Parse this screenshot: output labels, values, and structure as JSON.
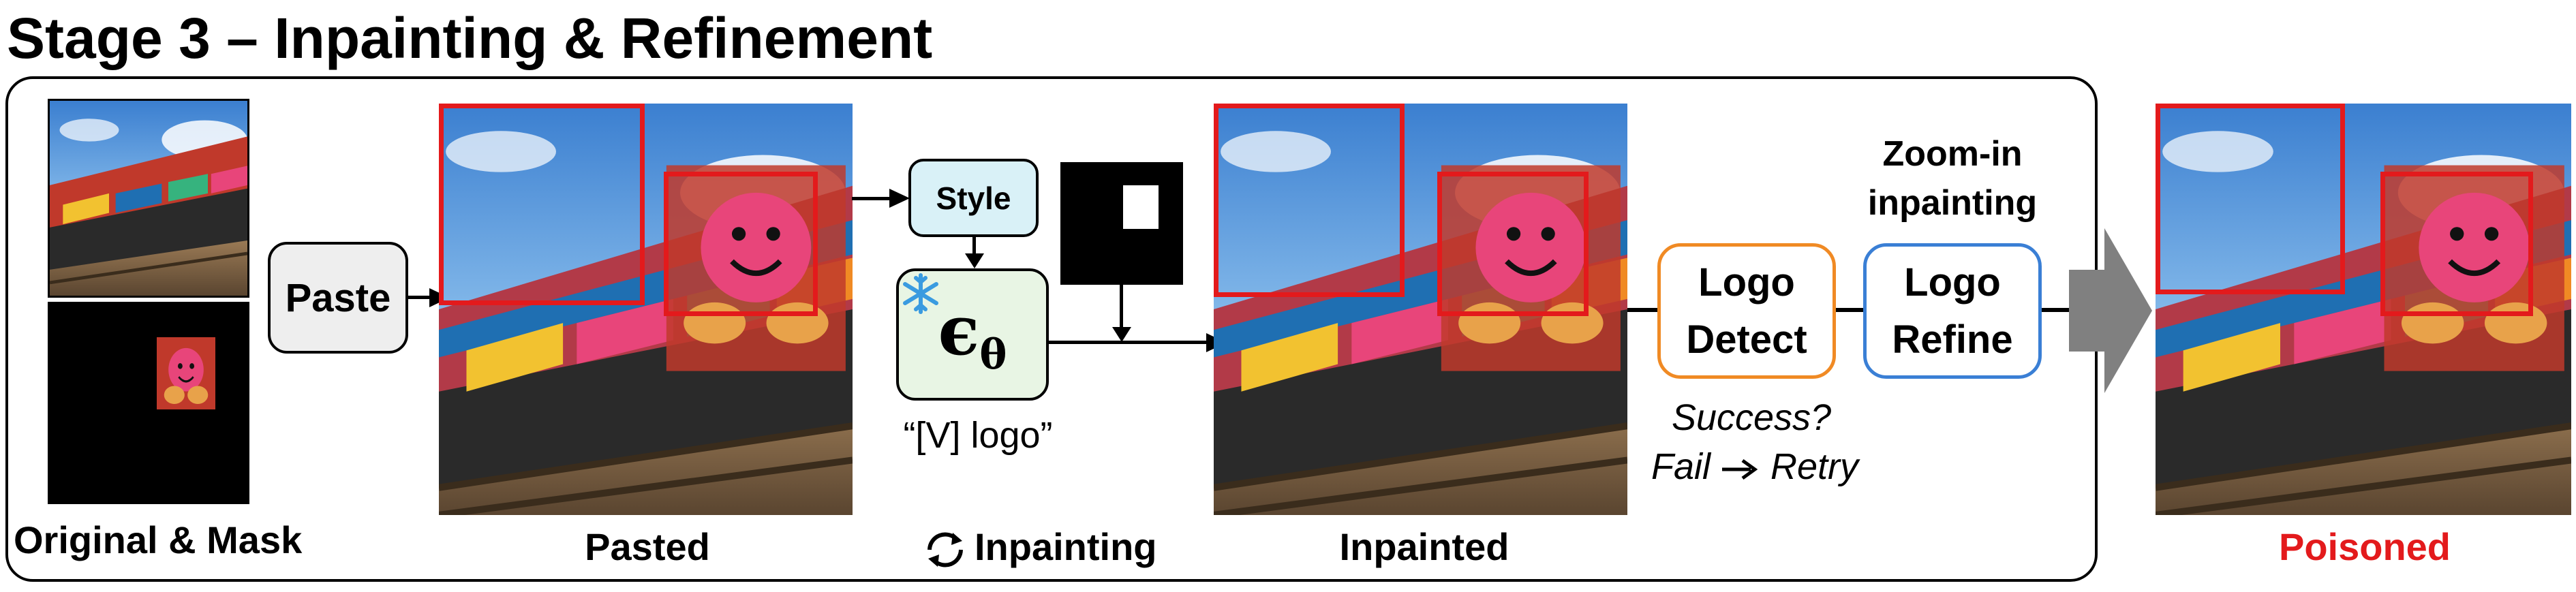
{
  "title": "Stage 3 – Inpainting & Refinement",
  "labels": {
    "original_mask": "Original & Mask",
    "pasted": "Pasted",
    "inpainting": "Inpainting",
    "inpainted": "Inpainted",
    "poisoned": "Poisoned"
  },
  "boxes": {
    "paste": "Paste",
    "style": "Style",
    "epsilon_symbol": "ϵ",
    "epsilon_subscript": "θ",
    "logo_detect_line1": "Logo",
    "logo_detect_line2": "Detect",
    "logo_refine_line1": "Logo",
    "logo_refine_line2": "Refine"
  },
  "prompt_text": "“[V] logo”",
  "zoom_text_line1": "Zoom-in",
  "zoom_text_line2": "inpainting",
  "success_text": "Success?",
  "fail_text": "Fail",
  "retry_text": "Retry",
  "colors": {
    "accent_red": "#e31a1c",
    "logo_detect_border": "#f08a24",
    "logo_refine_border": "#3a7fd5",
    "style_fill": "#d9f1f7",
    "epsilon_fill": "#e8f5e4",
    "paste_fill": "#eeeeee",
    "big_arrow": "#808080"
  },
  "icons": [
    "snowflake-icon",
    "refresh-cycle-icon",
    "arrow-right-icon"
  ]
}
